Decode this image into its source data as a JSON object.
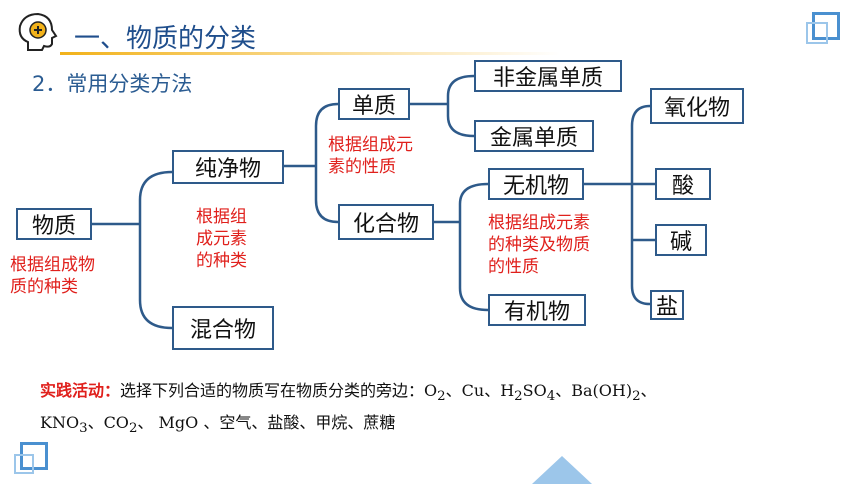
{
  "header": {
    "title": "一、物质的分类",
    "subtitle": "2．常用分类方法",
    "icon": "head-gear-icon"
  },
  "nodes": {
    "matter": "物质",
    "pure": "纯净物",
    "mixture": "混合物",
    "element": "单质",
    "compound": "化合物",
    "nonmetal": "非金属单质",
    "metal": "金属单质",
    "inorganic": "无机物",
    "organic": "有机物",
    "oxide": "氧化物",
    "acid": "酸",
    "base": "碱",
    "salt": "盐"
  },
  "annotations": {
    "a1": [
      "根据组成物",
      "质的种类"
    ],
    "a2": [
      "根据组",
      "成元素",
      "的种类"
    ],
    "a3": [
      "根据组成元",
      "素的性质"
    ],
    "a4": [
      "根据组成元素",
      "的种类及物质",
      "的性质"
    ]
  },
  "activity": {
    "label": "实践活动：",
    "line1": "选择下列合适的物质写在物质分类的旁边：",
    "o2": "O",
    "o2_sub": "2",
    "cu": "、Cu、",
    "h2so4_a": "H",
    "h2so4_b": "2",
    "h2so4_c": "SO",
    "h2so4_d": "4",
    "baoh_a": "、Ba(OH)",
    "baoh_b": "2",
    "baoh_c": "、",
    "kno3_a": "KNO",
    "kno3_b": "3",
    "co2_a": "、CO",
    "co2_b": "2",
    "rest": "、 MgO 、空气、盐酸、甲烷、蔗糖"
  },
  "colors": {
    "title": "#1f4e8c",
    "line": "#2e5a8a",
    "annotation": "#e0201c",
    "accent": "#4a90d0"
  }
}
